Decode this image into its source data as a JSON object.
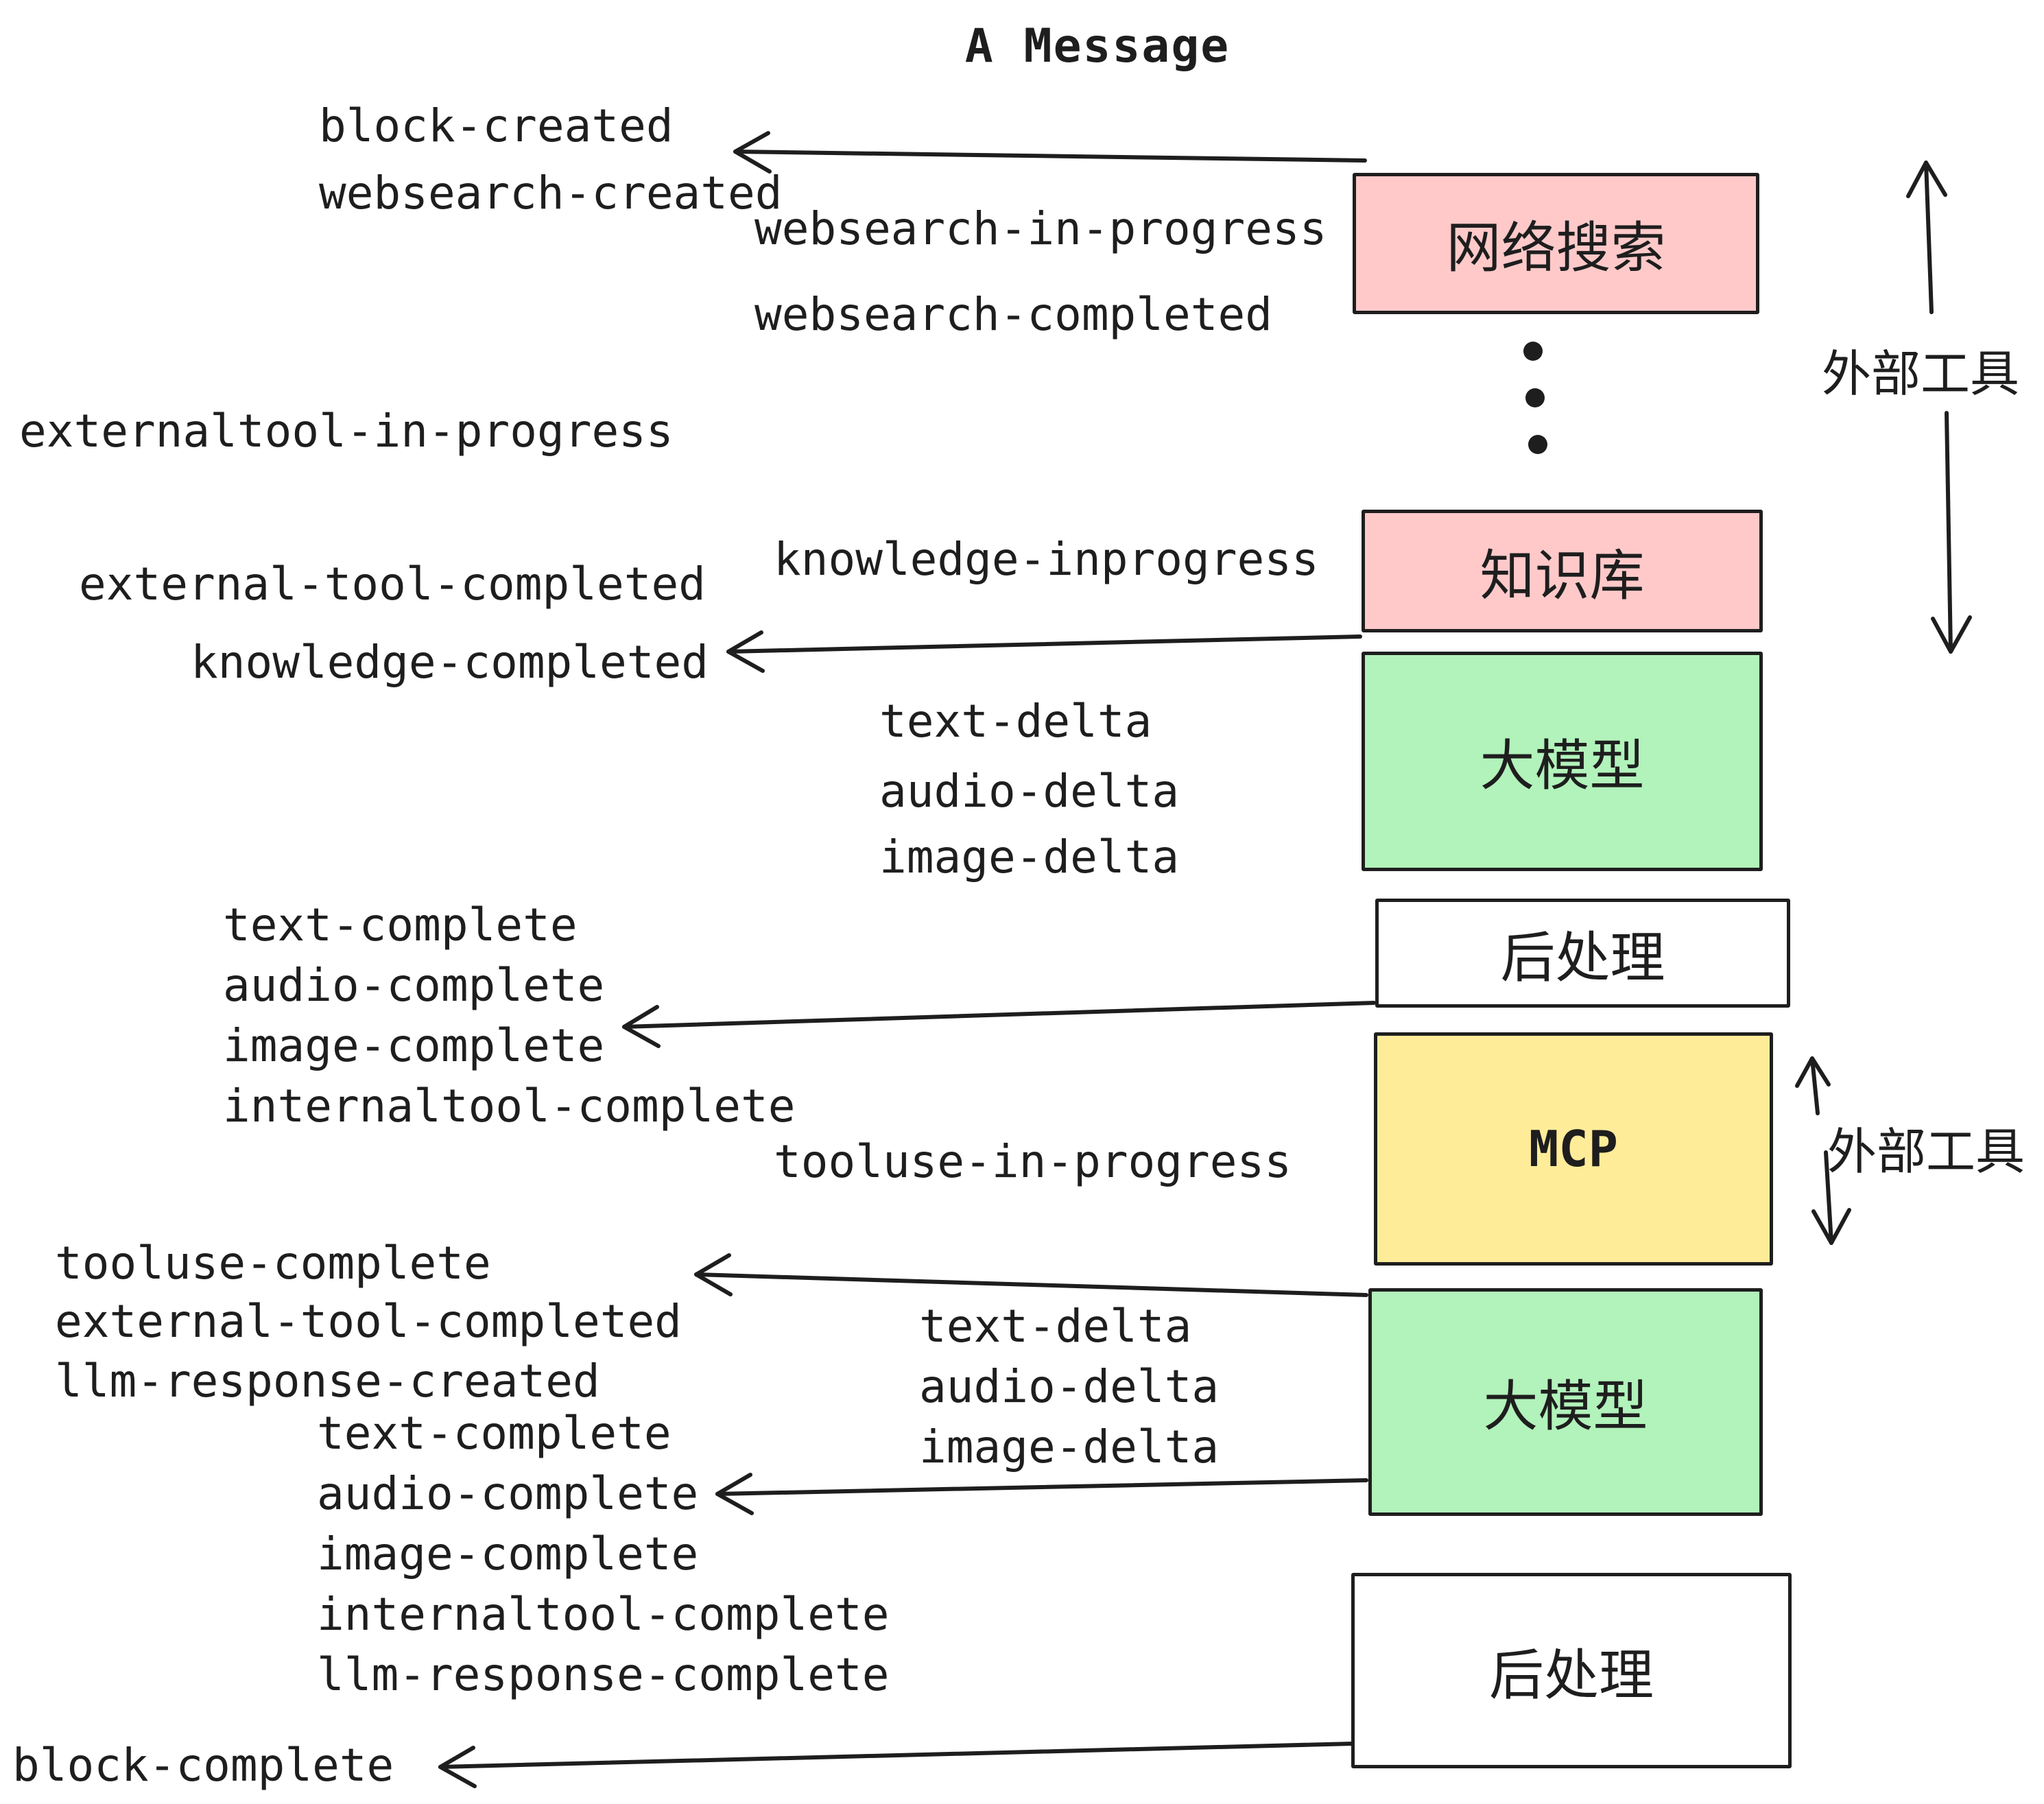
{
  "title": "A Message",
  "events": [
    {
      "text": "block-created"
    },
    {
      "text": "websearch-created"
    },
    {
      "text": "websearch-in-progress"
    },
    {
      "text": "websearch-completed"
    },
    {
      "text": "externaltool-in-progress"
    },
    {
      "text": "knowledge-inprogress"
    },
    {
      "text": "external-tool-completed"
    },
    {
      "text": "knowledge-completed"
    },
    {
      "text": "text-delta"
    },
    {
      "text": "audio-delta"
    },
    {
      "text": "image-delta"
    },
    {
      "text": "text-complete"
    },
    {
      "text": "audio-complete"
    },
    {
      "text": "image-complete"
    },
    {
      "text": "internaltool-complete"
    },
    {
      "text": "tooluse-in-progress"
    },
    {
      "text": "tooluse-complete"
    },
    {
      "text": "external-tool-completed"
    },
    {
      "text": "llm-response-created"
    },
    {
      "text": "text-delta"
    },
    {
      "text": "audio-delta"
    },
    {
      "text": "image-delta"
    },
    {
      "text": "text-complete"
    },
    {
      "text": "audio-complete"
    },
    {
      "text": "image-complete"
    },
    {
      "text": "internaltool-complete"
    },
    {
      "text": "llm-response-complete"
    },
    {
      "text": "block-complete"
    }
  ],
  "boxes": [
    {
      "label": "网络搜索",
      "fill": "#ffc9c9"
    },
    {
      "label": "知识库",
      "fill": "#ffc9c9"
    },
    {
      "label": "大模型",
      "fill": "#b2f2bb"
    },
    {
      "label": "后处理",
      "fill": "#ffffff"
    },
    {
      "label": "MCP",
      "fill": "#ffec99"
    },
    {
      "label": "大模型",
      "fill": "#b2f2bb"
    },
    {
      "label": "后处理",
      "fill": "#ffffff"
    }
  ],
  "annotations": [
    {
      "text": "外部工具"
    },
    {
      "text": "外部工具"
    }
  ],
  "colors": {
    "ink": "#1e1e1e",
    "pink": "#ffc9c9",
    "green": "#b2f2bb",
    "yellow": "#ffec99",
    "white": "#ffffff"
  }
}
